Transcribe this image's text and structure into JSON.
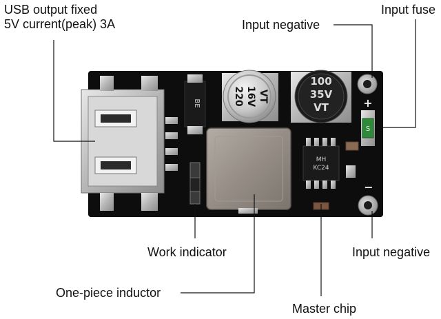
{
  "labels": {
    "usb_output_line1": "USB output fixed",
    "usb_output_line2": "5V current(peak) 3A",
    "input_negative_top": "Input negative",
    "input_fuse": "Input fuse",
    "work_indicator": "Work indicator",
    "one_piece_inductor": "One-piece inductor",
    "input_negative_bottom": "Input negative",
    "master_chip": "Master chip"
  },
  "board_markings": {
    "cap_small_line1": "VT",
    "cap_small_line2": "16V",
    "cap_small_line3": "220",
    "cap_large_line1": "100",
    "cap_large_line2": "35V",
    "cap_large_line3": "VT",
    "chip_line1": "MH",
    "chip_line2": "KC24",
    "diode_mark": "BE",
    "plus_sign": "+",
    "minus_sign": "−"
  },
  "colors": {
    "pcb": "#0d0d0d",
    "metal": "#bdbdbd",
    "fuse": "#2f8a3a"
  }
}
